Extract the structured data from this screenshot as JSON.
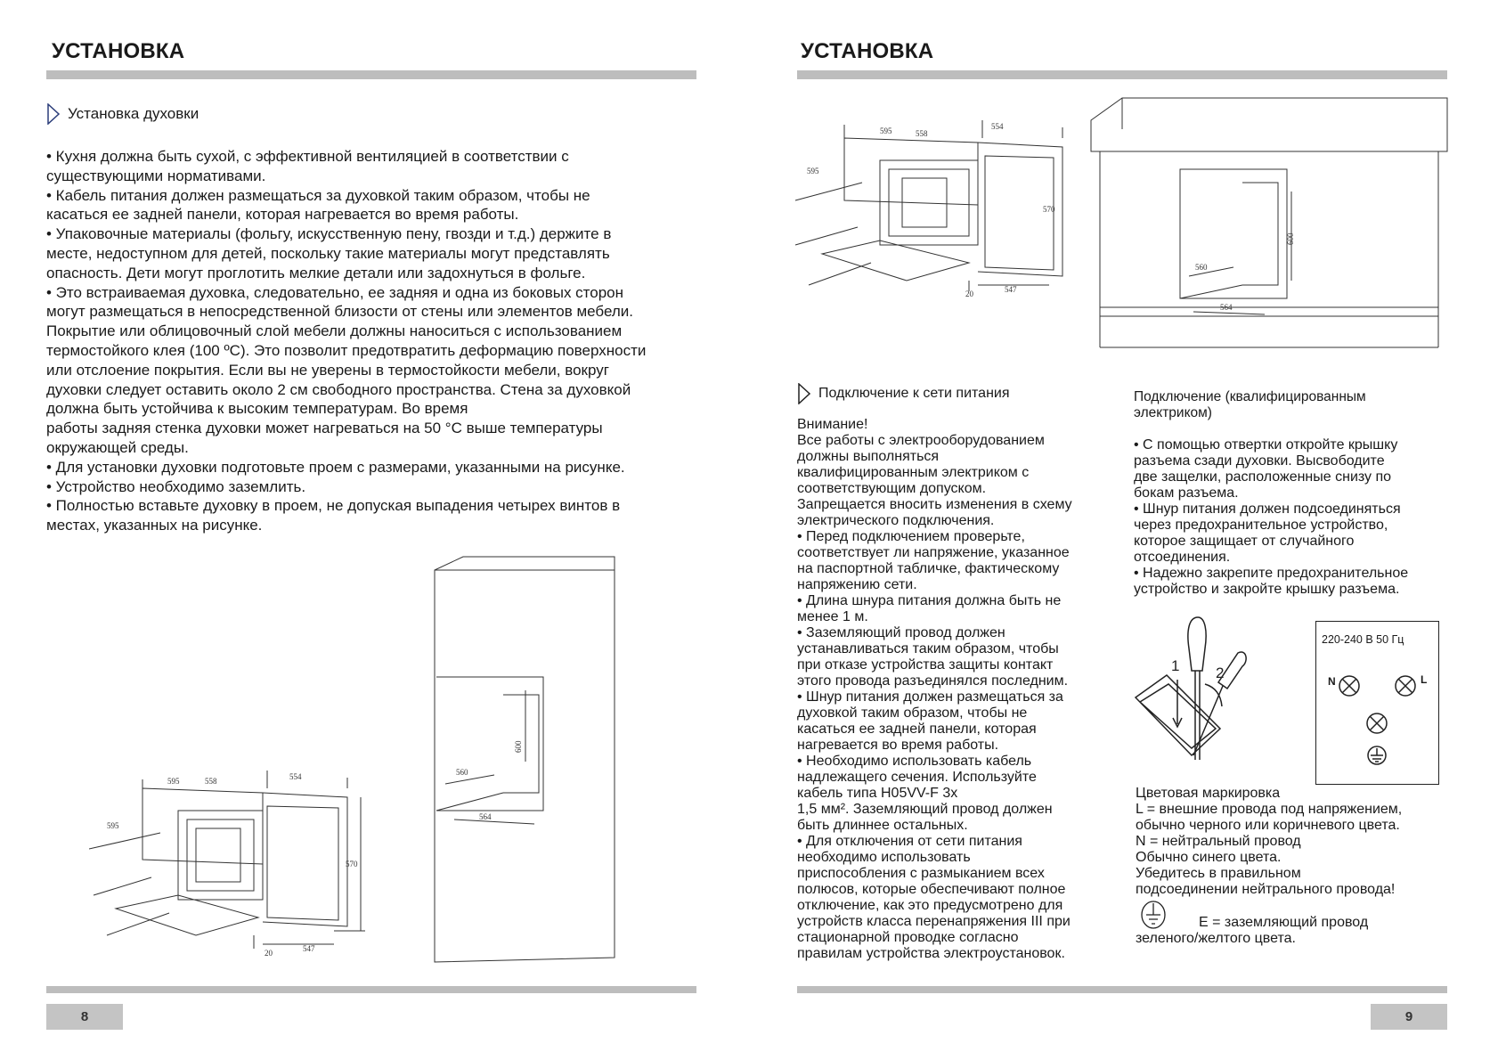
{
  "left_page": {
    "title": "УСТАНОВКА",
    "section_heading": "Установка духовки",
    "lines": [
      "• Кухня должна быть сухой, с эффективной вентиляцией в соответствии с",
      "существующими нормативами.",
      "• Кабель питания должен размещаться за духовкой таким образом, чтобы не",
      "касаться ее задней панели, которая нагревается во время работы.",
      "• Упаковочные материалы (фольгу, искусственную пену, гвозди и т.д.) держите в",
      "месте, недоступном для детей, поскольку такие материалы могут представлять",
      "опасность. Дети могут проглотить мелкие детали или задохнуться в фольге.",
      "• Это встраиваемая духовка, следовательно, ее задняя и одна из боковых сторон",
      "могут размещаться в непосредственной близости от стены или элементов мебели.",
      "Покрытие или облицовочный слой мебели должны наноситься с использованием",
      "термостойкого клея (100 ºС). Это позволит предотвратить деформацию поверхности",
      "или отслоение покрытия. Если вы не уверены в термостойкости мебели, вокруг",
      "духовки следует оставить около 2 см свободного пространства. Стена за духовкой",
      "должна быть устойчива к высоким температурам. Во время",
      "работы задняя стенка духовки может нагреваться на 50 °С выше температуры",
      "окружающей среды.",
      "• Для установки духовки подготовьте проем с размерами, указанными на рисунке.",
      "• Устройство необходимо заземлить.",
      "• Полностью вставьте духовку в проем, не допуская выпадения четырех винтов в",
      "местах, указанных на рисунке."
    ],
    "oven_dims": {
      "d1": "595",
      "d2": "558",
      "d3": "554",
      "d4": "595",
      "d5": "570",
      "d6": "20",
      "d7": "547"
    },
    "cabinet_dims": {
      "w": "560",
      "h": "600",
      "d": "564"
    },
    "page_number": "8"
  },
  "right_page": {
    "title": "УСТАНОВКА",
    "oven_dims": {
      "d1": "595",
      "d2": "558",
      "d3": "554",
      "d4": "595",
      "d5": "570",
      "d6": "20",
      "d7": "547"
    },
    "cabinet_dims": {
      "w": "560",
      "h": "600",
      "d": "564"
    },
    "section_heading": "Подключение к сети питания",
    "col1_lines": [
      "Внимание!",
      "Все работы с электрооборудованием",
      "должны выполняться",
      "квалифицированным электриком с",
      "соответствующим допуском.",
      "Запрещается вносить изменения в схему",
      "электрического подключения.",
      "• Перед подключением проверьте,",
      "соответствует ли напряжение, указанное",
      "на паспортной табличке, фактическому",
      "напряжению сети.",
      "• Длина шнура питания должна быть не",
      "менее 1 м.",
      "• Заземляющий провод должен",
      "устанавливаться таким образом, чтобы",
      "при отказе устройства защиты контакт",
      "этого провода разъединялся последним.",
      "• Шнур питания должен размещаться за",
      "духовкой таким образом, чтобы не",
      "касаться ее задней панели, которая",
      "нагревается во время работы.",
      "• Необходимо использовать кабель",
      "надлежащего сечения. Используйте",
      "кабель типа H05VV-F 3x",
      "1,5 мм². Заземляющий провод должен",
      "быть длиннее остальных.",
      "• Для отключения от сети питания",
      "необходимо использовать",
      "приспособления с размыканием всех",
      "полюсов, которые обеспечивают полное",
      "отключение, как это предусмотрено для",
      "устройств класса перенапряжения III при",
      "стационарной проводке согласно",
      "правилам устройства электроустановок."
    ],
    "col2_heading_lines": [
      "Подключение (квалифицированным",
      "электриком)"
    ],
    "col2_lines": [
      "• С помощью отвертки откройте крышку",
      "разъема сзади духовки. Высвободите",
      "две защелки, расположенные снизу по",
      "бокам разъема.",
      "• Шнур питания должен подсоединяться",
      "через предохранительное устройство,",
      "которое защищает от случайного",
      "отсоединения.",
      "• Надежно закрепите предохранительное",
      "устройство и закройте крышку разъема."
    ],
    "screwdriver_steps": [
      "1",
      "2"
    ],
    "terminal": {
      "voltage": "220-240 В  50 Гц",
      "n_label": "N",
      "l_label": "L"
    },
    "color_lines": [
      "Цветовая маркировка",
      "L = внешние провода под напряжением,",
      "обычно черного или коричневого цвета.",
      "N = нейтральный провод",
      "Обычно синего цвета.",
      "Убедитесь в правильном",
      "подсоединении нейтрального провода!"
    ],
    "earth_lines": [
      "E = заземляющий провод",
      "зеленого/желтого цвета."
    ],
    "page_number": "9"
  }
}
